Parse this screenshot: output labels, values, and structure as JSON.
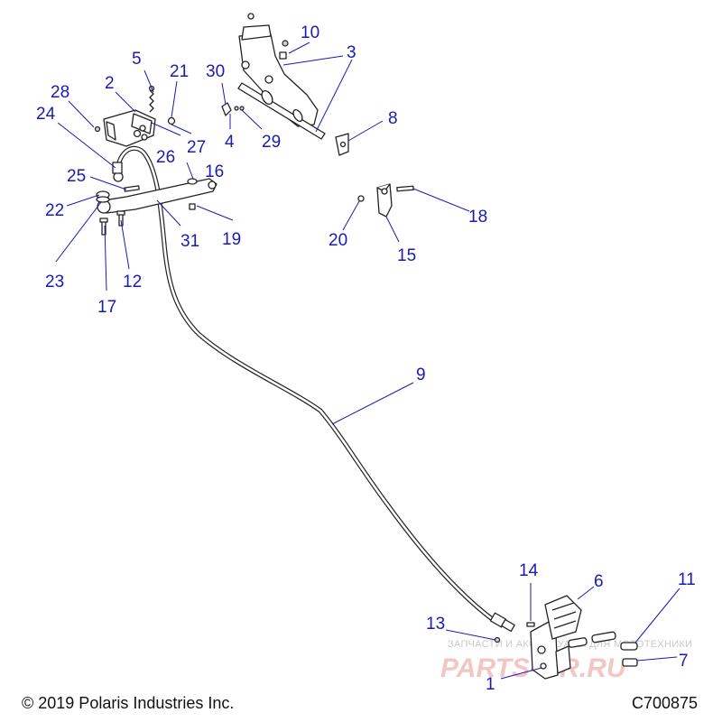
{
  "callouts": [
    {
      "id": "1",
      "label": "1"
    },
    {
      "id": "2",
      "label": "2"
    },
    {
      "id": "3",
      "label": "3"
    },
    {
      "id": "4",
      "label": "4"
    },
    {
      "id": "5",
      "label": "5"
    },
    {
      "id": "6",
      "label": "6"
    },
    {
      "id": "7",
      "label": "7"
    },
    {
      "id": "8",
      "label": "8"
    },
    {
      "id": "9",
      "label": "9"
    },
    {
      "id": "10",
      "label": "10"
    },
    {
      "id": "11",
      "label": "11"
    },
    {
      "id": "12",
      "label": "12"
    },
    {
      "id": "13",
      "label": "13"
    },
    {
      "id": "14",
      "label": "14"
    },
    {
      "id": "15",
      "label": "15"
    },
    {
      "id": "16",
      "label": "16"
    },
    {
      "id": "17",
      "label": "17"
    },
    {
      "id": "18",
      "label": "18"
    },
    {
      "id": "19",
      "label": "19"
    },
    {
      "id": "20",
      "label": "20"
    },
    {
      "id": "21",
      "label": "21"
    },
    {
      "id": "22",
      "label": "22"
    },
    {
      "id": "23",
      "label": "23"
    },
    {
      "id": "24",
      "label": "24"
    },
    {
      "id": "25",
      "label": "25"
    },
    {
      "id": "26",
      "label": "26"
    },
    {
      "id": "27",
      "label": "27"
    },
    {
      "id": "28",
      "label": "28"
    },
    {
      "id": "29",
      "label": "29"
    },
    {
      "id": "30",
      "label": "30"
    },
    {
      "id": "31",
      "label": "31"
    }
  ],
  "footer": {
    "copyright": "© 2019 Polaris Industries Inc.",
    "drawing_number": "C700875"
  },
  "watermark": {
    "tagline": "ЗАПЧАСТИ И АКСЕССУАРЫ ДЛЯ МОТОТЕХНИКИ",
    "brand": "PARTS-GR.RU"
  },
  "colors": {
    "callout": "#1a1ab4",
    "linework": "#222222",
    "watermark_red": "#f0b3b3"
  }
}
